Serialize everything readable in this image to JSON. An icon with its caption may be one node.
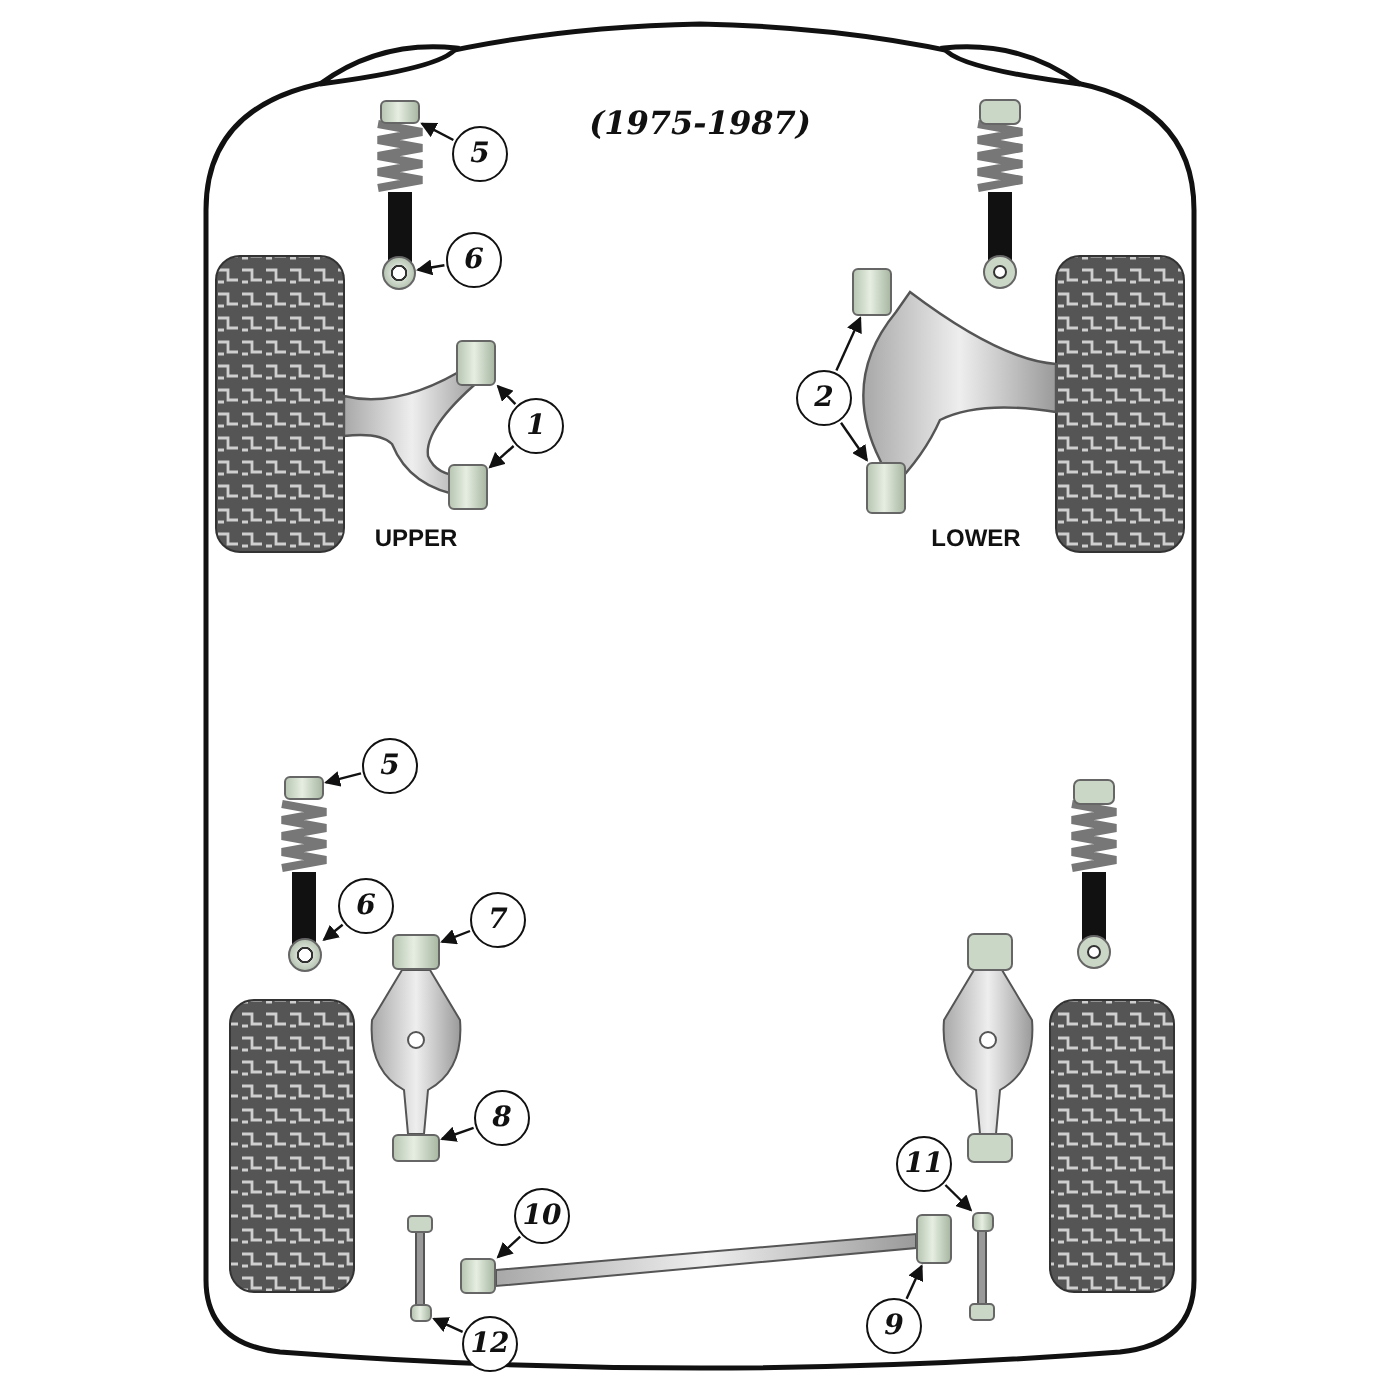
{
  "diagram": {
    "title": "(1975-1987)",
    "nodes": [
      {
        "text": [
          "5"
        ]
      },
      {
        "text": [
          "6"
        ]
      },
      {
        "text": [
          "1"
        ]
      },
      {
        "text": [
          "2"
        ]
      },
      {
        "text": [
          "5"
        ]
      },
      {
        "text": [
          "6"
        ]
      },
      {
        "text": [
          "7"
        ]
      },
      {
        "text": [
          "8"
        ]
      },
      {
        "text": [
          "10"
        ]
      },
      {
        "text": [
          "9"
        ]
      },
      {
        "text": [
          "11"
        ]
      },
      {
        "text": [
          "12"
        ]
      },
      {
        "text": [],
        "shape": "picture"
      },
      {
        "text": [],
        "shape": "picture"
      },
      {
        "text": [],
        "shape": "picture"
      },
      {
        "text": [],
        "shape": "picture"
      },
      {
        "text": [],
        "shape": "picture"
      },
      {
        "text": [],
        "shape": "picture"
      },
      {
        "text": [],
        "shape": "picture"
      },
      {
        "text": [],
        "shape": "picture"
      },
      {
        "text": [],
        "shape": "picture"
      },
      {
        "text": [],
        "shape": "picture"
      },
      {
        "text": [],
        "shape": "picture"
      },
      {
        "text": [],
        "shape": "picture"
      },
      {
        "text": [],
        "shape": "picture"
      },
      {
        "text": [],
        "shape": "picture"
      }
    ],
    "edges": [
      {
        "from": 0,
        "to": 12,
        "arrow": "to"
      },
      {
        "from": 1,
        "to": 13,
        "arrow": "to"
      },
      {
        "from": 2,
        "to": 14,
        "arrow": "to"
      },
      {
        "from": 2,
        "to": 15,
        "arrow": "to"
      },
      {
        "from": 3,
        "to": 16,
        "arrow": "to"
      },
      {
        "from": 3,
        "to": 17,
        "arrow": "to"
      },
      {
        "from": 4,
        "to": 18,
        "arrow": "to"
      },
      {
        "from": 5,
        "to": 19,
        "arrow": "to"
      },
      {
        "from": 6,
        "to": 20,
        "arrow": "to"
      },
      {
        "from": 7,
        "to": 21,
        "arrow": "to"
      },
      {
        "from": 8,
        "to": 22,
        "arrow": "to"
      },
      {
        "from": 9,
        "to": 23,
        "arrow": "to"
      },
      {
        "from": 10,
        "to": 24,
        "arrow": "to"
      },
      {
        "from": 11,
        "to": 25,
        "arrow": "to"
      }
    ],
    "labels": [
      "UPPER",
      "LOWER"
    ]
  }
}
